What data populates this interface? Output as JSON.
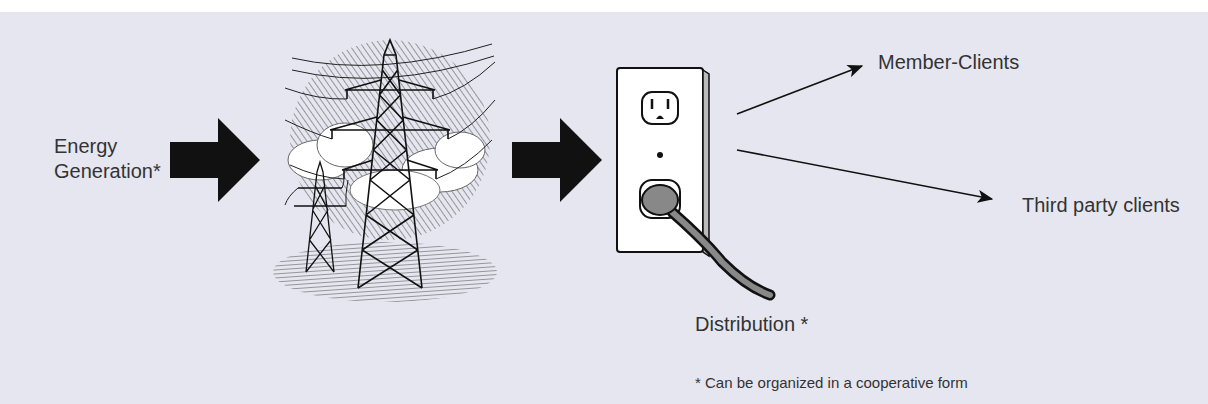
{
  "diagram": {
    "nodes": [
      {
        "text": [
          "Distribution *"
        ]
      },
      {
        "text": [
          "Member-Clients"
        ]
      },
      {
        "text": [
          "Third party clients"
        ]
      }
    ],
    "edges": [
      {
        "from": 0,
        "to": 1,
        "arrow": "to"
      },
      {
        "from": 0,
        "to": 2,
        "arrow": "to"
      }
    ],
    "labels": [
      "Energy Generation*",
      "* Can be organized in a cooperative form"
    ]
  }
}
